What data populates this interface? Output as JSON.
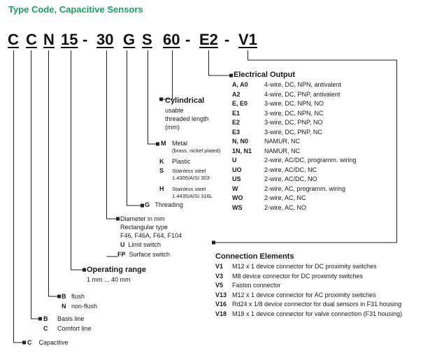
{
  "title": "Type Code, Capacitive Sensors",
  "code": [
    {
      "t": "C",
      "u": true
    },
    {
      "t": "C",
      "u": true
    },
    {
      "t": "N",
      "u": true
    },
    {
      "t": "15",
      "u": true
    },
    {
      "t": "-",
      "u": false
    },
    {
      "t": "30",
      "u": true
    },
    {
      "t": "G",
      "u": true
    },
    {
      "t": "S",
      "u": true
    },
    {
      "t": "60",
      "u": true
    },
    {
      "t": "-",
      "u": false
    },
    {
      "t": "E2",
      "u": true
    },
    {
      "t": "-",
      "u": false
    },
    {
      "t": "V1",
      "u": true
    }
  ],
  "capacitive": {
    "code": "C",
    "label": "Capacitive"
  },
  "line": [
    {
      "code": "B",
      "label": "Basis line"
    },
    {
      "code": "C",
      "label": "Comfort line"
    }
  ],
  "flush": [
    {
      "code": "B",
      "label": "flush"
    },
    {
      "code": "N",
      "label": "non-flush"
    }
  ],
  "operating_range": {
    "title": "Operating range",
    "range": "1 mm ... 40 mm"
  },
  "diameter": {
    "l1": "Diameter in mm",
    "l2": "Rectangular type",
    "l3": "F46, F46A, F64, F104",
    "u_code": "U",
    "u_label": "Limit switch",
    "fp_code": "FP",
    "fp_label": "Surface switch"
  },
  "threading": {
    "code": "G",
    "label": "Threading"
  },
  "material": [
    {
      "code": "M",
      "l1": "Metal",
      "l2": "(brass, nickel plated)"
    },
    {
      "code": "K",
      "l1": "Plastic",
      "l2": ""
    },
    {
      "code": "S",
      "l1": "Stainless steel",
      "l2": "1.4305/AISI 303"
    },
    {
      "code": "H",
      "l1": "Stainless steel",
      "l2": "1.4435/AISI 316L"
    }
  ],
  "cylindrical": {
    "title": "Cylindrical",
    "l1": "usable",
    "l2": "threaded length",
    "l3": "(mm)"
  },
  "electrical": {
    "title": "Electrical Output",
    "rows": [
      {
        "code": "A, A0",
        "desc": "4-wire, DC, NPN, antivalent"
      },
      {
        "code": "A2",
        "desc": "4-wire, DC, PNP, antivalent"
      },
      {
        "code": "E, E0",
        "desc": "3-wire, DC, NPN, NO"
      },
      {
        "code": "E1",
        "desc": "3-wire, DC, NPN, NC"
      },
      {
        "code": "E2",
        "desc": "3-wire, DC, PNP, NO"
      },
      {
        "code": "E3",
        "desc": "3-wire, DC, PNP, NC"
      },
      {
        "code": "N, N0",
        "desc": "NAMUR, NC"
      },
      {
        "code": "1N, N1",
        "desc": "NAMUR, NC"
      },
      {
        "code": "U",
        "desc": "2-wire, AC/DC, programm. wiring"
      },
      {
        "code": "UO",
        "desc": "2-wire, AC/DC, NC"
      },
      {
        "code": "US",
        "desc": "2-wire, AC/DC, NO"
      },
      {
        "code": "W",
        "desc": "2-wire, AC, programm. wiring"
      },
      {
        "code": "WO",
        "desc": "2-wire, AC, NC"
      },
      {
        "code": "WS",
        "desc": "2-wire, AC, NO"
      }
    ]
  },
  "connection": {
    "title": "Connection Elements",
    "rows": [
      {
        "code": "V1",
        "desc": "M12 x 1 device connector for DC proximity switches"
      },
      {
        "code": "V3",
        "desc": "M8 device connector for DC proximity switches"
      },
      {
        "code": "V5",
        "desc": "Faston connector"
      },
      {
        "code": "V13",
        "desc": "M12 x 1 device connector for  AC proximity switches"
      },
      {
        "code": "V16",
        "desc": "Rd24 x 1/8 device connector for dual sensors in F31 housing"
      },
      {
        "code": "V18",
        "desc": "M18 x 1 device connector for valve connection (F31 housing)"
      }
    ]
  }
}
